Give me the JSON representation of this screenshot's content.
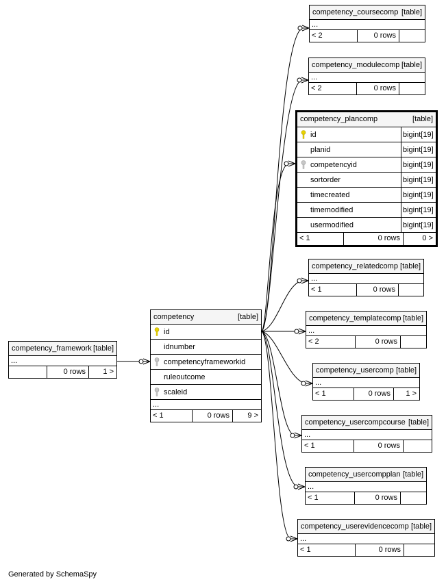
{
  "diagram": {
    "footer_text": "Generated by SchemaSpy",
    "tables": [
      {
        "id": "competency_coursecomp",
        "name": "competency_coursecomp",
        "type_label": "[table]",
        "ellipsis": "...",
        "parents": "< 2",
        "rows": "0 rows",
        "children": ""
      },
      {
        "id": "competency_modulecomp",
        "name": "competency_modulecomp",
        "type_label": "[table]",
        "ellipsis": "...",
        "parents": "< 2",
        "rows": "0 rows",
        "children": ""
      },
      {
        "id": "competency_plancomp",
        "name": "competency_plancomp",
        "type_label": "[table]",
        "columns": [
          {
            "name": "id",
            "type": "bigint[19]",
            "key": "primary"
          },
          {
            "name": "planid",
            "type": "bigint[19]",
            "key": "none"
          },
          {
            "name": "competencyid",
            "type": "bigint[19]",
            "key": "foreign"
          },
          {
            "name": "sortorder",
            "type": "bigint[19]",
            "key": "none"
          },
          {
            "name": "timecreated",
            "type": "bigint[19]",
            "key": "none"
          },
          {
            "name": "timemodified",
            "type": "bigint[19]",
            "key": "none"
          },
          {
            "name": "usermodified",
            "type": "bigint[19]",
            "key": "none"
          }
        ],
        "parents": "< 1",
        "rows": "0 rows",
        "children": "0 >"
      },
      {
        "id": "competency_relatedcomp",
        "name": "competency_relatedcomp",
        "type_label": "[table]",
        "ellipsis": "...",
        "parents": "< 1",
        "rows": "0 rows",
        "children": ""
      },
      {
        "id": "competency_templatecomp",
        "name": "competency_templatecomp",
        "type_label": "[table]",
        "ellipsis": "...",
        "parents": "< 2",
        "rows": "0 rows",
        "children": ""
      },
      {
        "id": "competency_usercomp",
        "name": "competency_usercomp",
        "type_label": "[table]",
        "ellipsis": "...",
        "parents": "< 1",
        "rows": "0 rows",
        "children": "1 >"
      },
      {
        "id": "competency_usercompcourse",
        "name": "competency_usercompcourse",
        "type_label": "[table]",
        "ellipsis": "...",
        "parents": "< 1",
        "rows": "0 rows",
        "children": ""
      },
      {
        "id": "competency_usercompplan",
        "name": "competency_usercompplan",
        "type_label": "[table]",
        "ellipsis": "...",
        "parents": "< 1",
        "rows": "0 rows",
        "children": ""
      },
      {
        "id": "competency_userevidencecomp",
        "name": "competency_userevidencecomp",
        "type_label": "[table]",
        "ellipsis": "...",
        "parents": "< 1",
        "rows": "0 rows",
        "children": ""
      },
      {
        "id": "competency",
        "name": "competency",
        "type_label": "[table]",
        "columns": [
          {
            "name": "id",
            "type": "",
            "key": "primary"
          },
          {
            "name": "idnumber",
            "type": "",
            "key": "none"
          },
          {
            "name": "competencyframeworkid",
            "type": "",
            "key": "foreign"
          },
          {
            "name": "ruleoutcome",
            "type": "",
            "key": "none"
          },
          {
            "name": "scaleid",
            "type": "",
            "key": "foreign"
          }
        ],
        "ellipsis": "...",
        "parents": "< 1",
        "rows": "0 rows",
        "children": "9 >"
      },
      {
        "id": "competency_framework",
        "name": "competency_framework",
        "type_label": "[table]",
        "ellipsis": "...",
        "parents": "",
        "rows": "0 rows",
        "children": "1 >"
      }
    ],
    "relationships": [
      {
        "from": "competency",
        "from_column": "id",
        "to": "competency_coursecomp"
      },
      {
        "from": "competency",
        "from_column": "id",
        "to": "competency_modulecomp"
      },
      {
        "from": "competency",
        "from_column": "id",
        "to": "competency_plancomp",
        "to_column": "competencyid"
      },
      {
        "from": "competency",
        "from_column": "id",
        "to": "competency_relatedcomp"
      },
      {
        "from": "competency",
        "from_column": "id",
        "to": "competency_templatecomp"
      },
      {
        "from": "competency",
        "from_column": "id",
        "to": "competency_usercomp"
      },
      {
        "from": "competency",
        "from_column": "id",
        "to": "competency_usercompcourse"
      },
      {
        "from": "competency",
        "from_column": "id",
        "to": "competency_usercompplan"
      },
      {
        "from": "competency",
        "from_column": "id",
        "to": "competency_userevidencecomp"
      },
      {
        "from": "competency_framework",
        "to": "competency",
        "to_column": "competencyframeworkid"
      }
    ]
  }
}
